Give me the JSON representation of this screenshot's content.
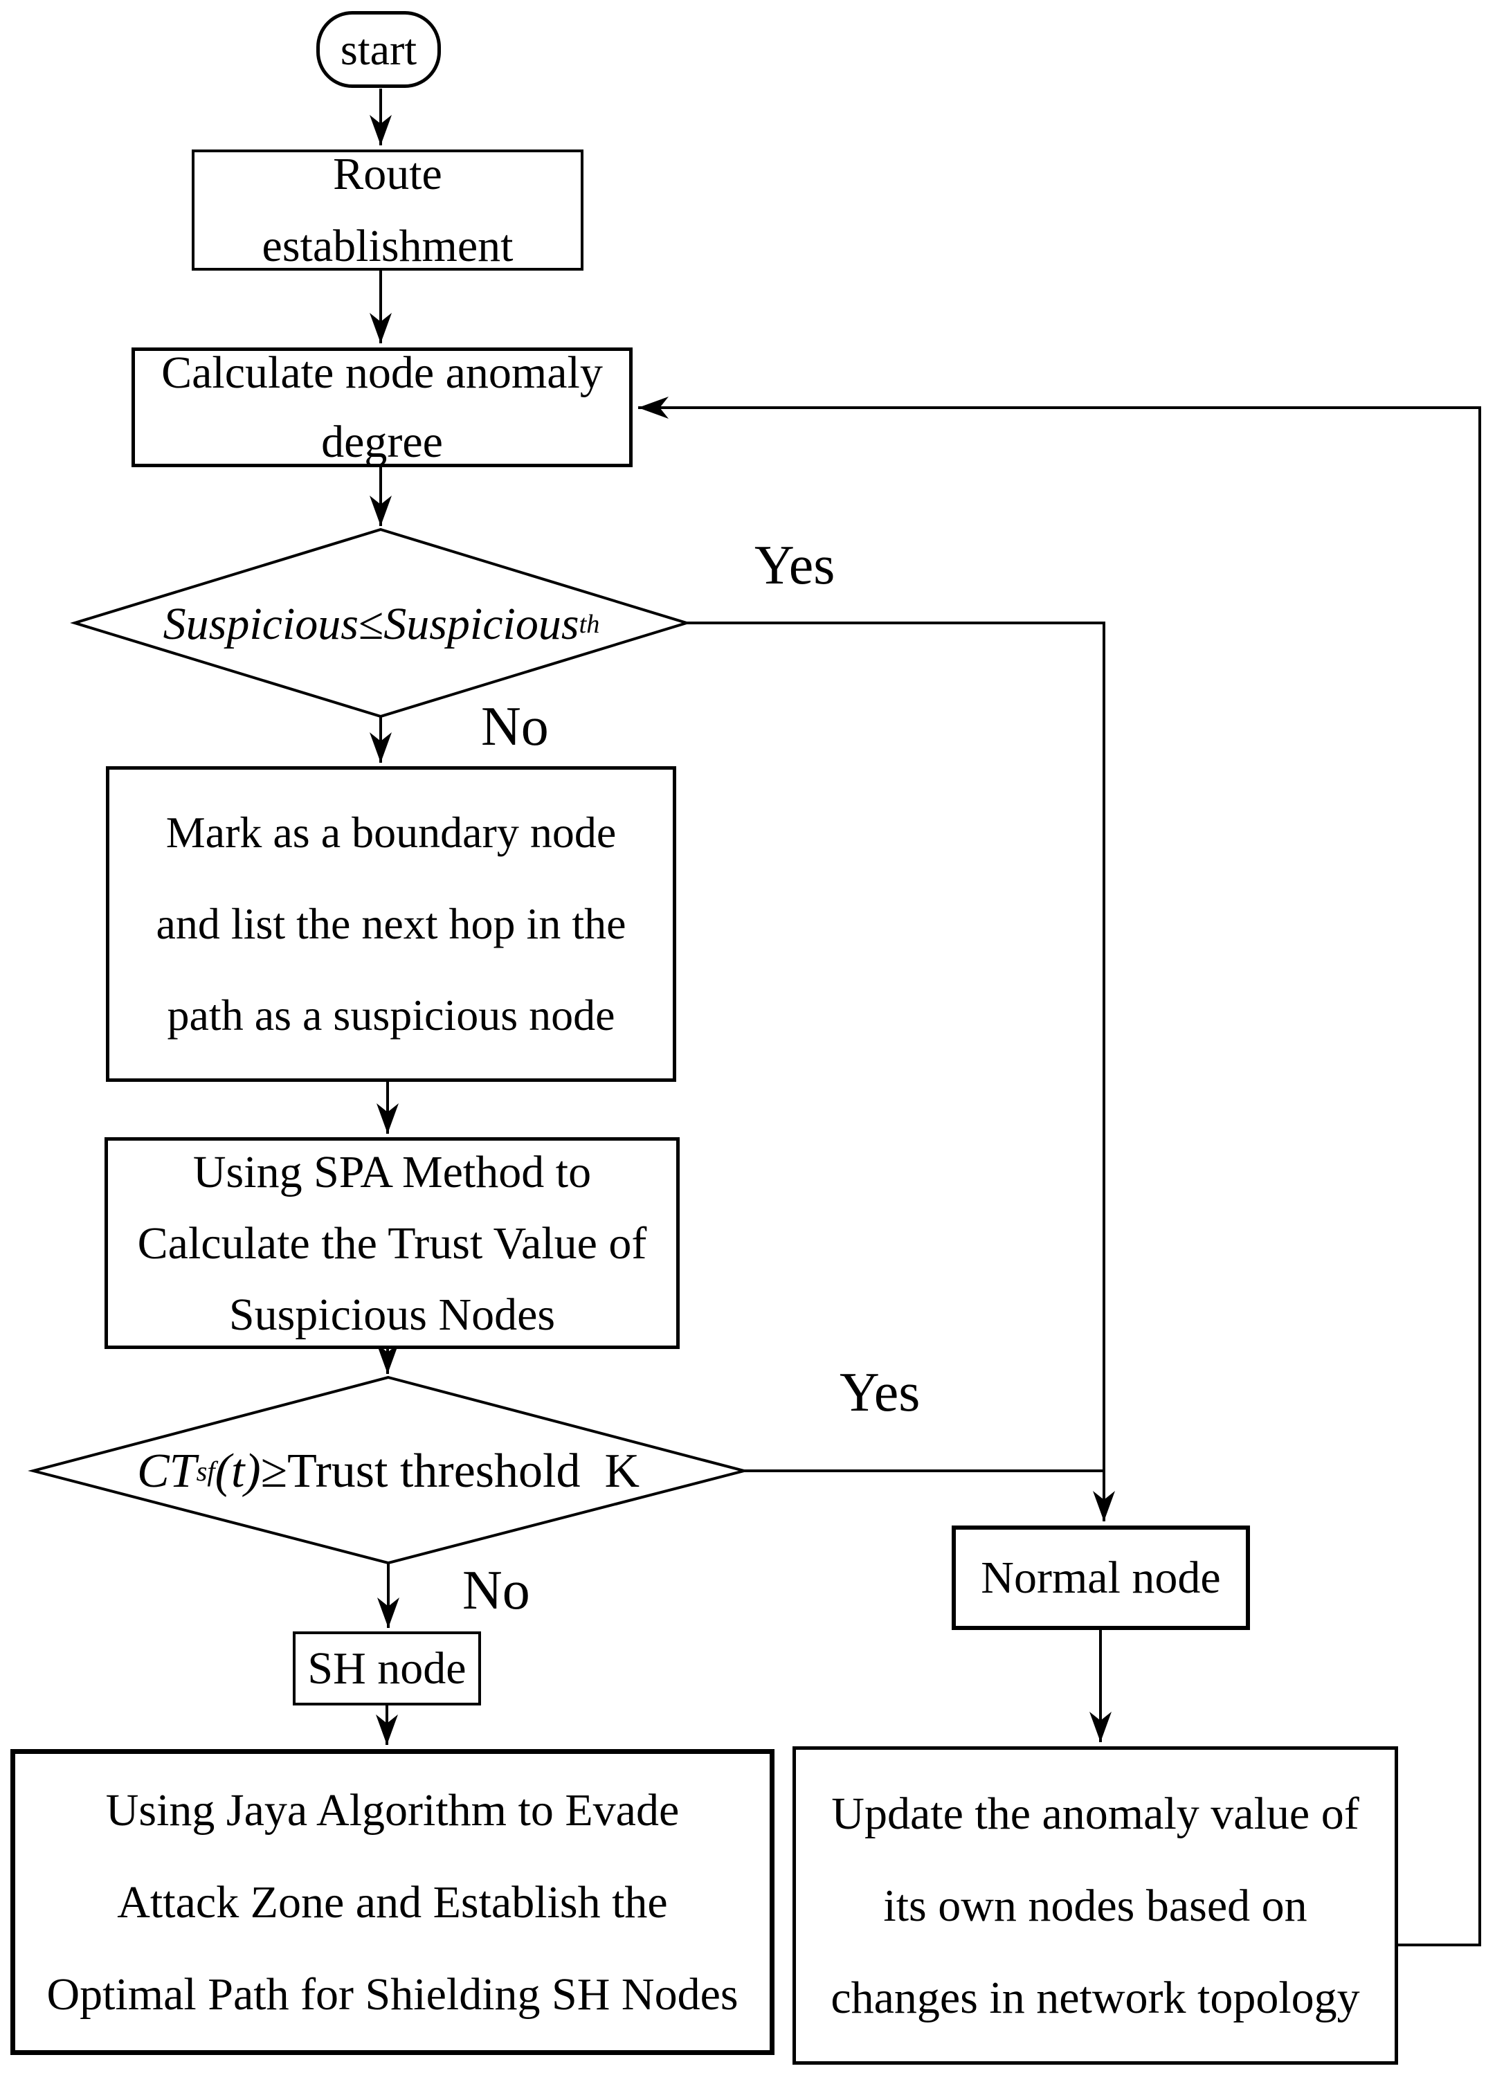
{
  "nodes": {
    "start": {
      "label": "start"
    },
    "route": {
      "lines": [
        "Route",
        "establishment"
      ]
    },
    "calc": {
      "lines": [
        "Calculate node anomaly",
        "degree"
      ]
    },
    "decision1": {
      "left": "Suspicious",
      "operator": "≤",
      "right": "Suspicious",
      "subscript": "th"
    },
    "mark": {
      "lines": [
        "Mark as a boundary node",
        "and list the next hop in the",
        "path as a suspicious node"
      ]
    },
    "spa": {
      "lines": [
        "Using SPA Method to",
        "Calculate the Trust Value of",
        "Suspicious Nodes"
      ]
    },
    "decision2": {
      "var": "CT",
      "var_sub": "sf",
      "arg": "(t)",
      "operator": "≥",
      "label": "Trust threshold",
      "k": "K"
    },
    "sh": {
      "label": "SH node"
    },
    "jaya": {
      "lines": [
        "Using Jaya Algorithm to Evade",
        "Attack Zone and Establish the",
        "Optimal Path for Shielding SH Nodes"
      ]
    },
    "normal": {
      "label": "Normal node"
    },
    "update": {
      "lines": [
        "Update the anomaly value of",
        "its own nodes based on",
        "changes in network topology"
      ]
    }
  },
  "labels": {
    "decision1_yes": "Yes",
    "decision1_no": "No",
    "decision2_yes": "Yes",
    "decision2_no": "No"
  },
  "colors": {
    "line": "#000000",
    "background": "#ffffff",
    "text": "#000000"
  }
}
